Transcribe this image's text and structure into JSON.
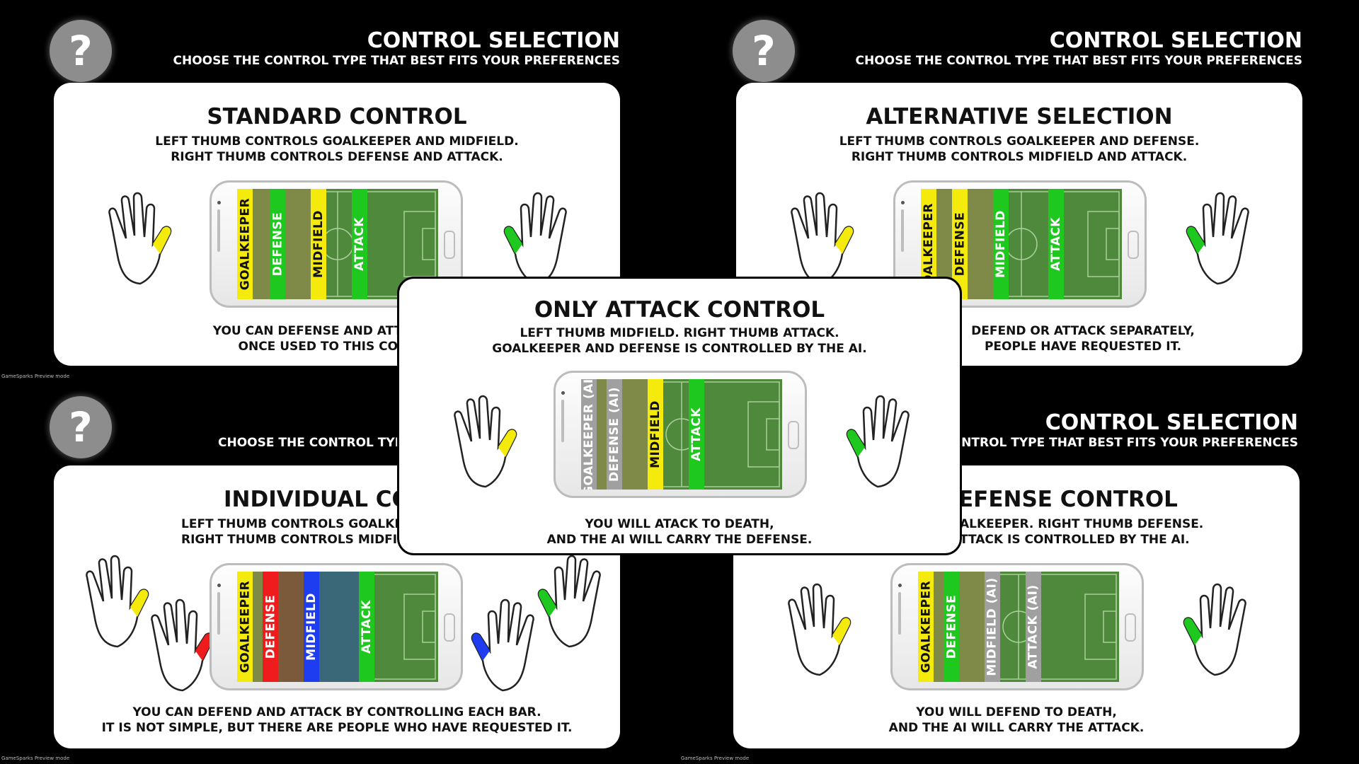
{
  "header": {
    "help_symbol": "?",
    "title": "CONTROL SELECTION",
    "subtitle": "CHOOSE THE CONTROL TYPE THAT BEST FITS YOUR PREFERENCES"
  },
  "header_partial": {
    "subtitle_left": "CHOOSE THE CONTROL TYPE T",
    "subtitle_right": "HE CONTROL TYPE THAT BEST FITS YOUR PREFERENCES"
  },
  "cards": {
    "standard": {
      "title": "STANDARD CONTROL",
      "desc1": "LEFT THUMB CONTROLS GOALKEEPER AND MIDFIELD.",
      "desc2": "RIGHT THUMB CONTROLS DEFENSE AND ATTACK.",
      "foot1": "YOU CAN DEFENSE AND ATTACK IN A",
      "foot2": "ONCE USED TO THIS CONTRO"
    },
    "alternative": {
      "title": "ALTERNATIVE SELECTION",
      "desc1": "LEFT THUMB CONTROLS GOALKEEPER AND DEFENSE.",
      "desc2": "RIGHT THUMB CONTROLS MIDFIELD AND ATTACK.",
      "foot1": "DEFEND OR ATTACK SEPARATELY,",
      "foot2": "PEOPLE HAVE REQUESTED IT."
    },
    "individual": {
      "title": "INDIVIDUAL CONT",
      "desc1": "LEFT THUMB CONTROLS GOALKEEP",
      "desc2": "RIGHT THUMB CONTROLS MIDFIEL",
      "foot1": "YOU CAN DEFEND AND ATTACK BY CONTROLLING EACH BAR.",
      "foot2": "IT IS NOT SIMPLE, BUT THERE ARE PEOPLE WHO HAVE REQUESTED IT."
    },
    "defense": {
      "title": "EFENSE CONTROL",
      "desc1": "ALKEEPER. RIGHT THUMB DEFENSE.",
      "desc2": "TTACK IS CONTROLLED BY THE AI.",
      "foot1": "YOU WILL DEFEND TO DEATH,",
      "foot2": "AND THE AI WILL CARRY THE ATTACK."
    },
    "attack": {
      "title": "ONLY ATTACK CONTROL",
      "desc1": "LEFT THUMB MIDFIELD. RIGHT THUMB ATTACK.",
      "desc2": "GOALKEEPER AND DEFENSE IS CONTROLLED BY THE AI.",
      "foot1": "YOU WILL ATACK TO DEATH,",
      "foot2": "AND THE AI WILL CARRY THE DEFENSE."
    }
  },
  "strip_labels": {
    "goalkeeper": "GOALKEEPER",
    "defense": "DEFENSE",
    "midfield": "MIDFIELD",
    "attack": "ATTACK",
    "goalkeeper_ai": "GOALKEEPER (AI)",
    "defense_ai": "DEFENSE (AI)",
    "midfield_ai": "MIDFIELD (AI)",
    "attack_ai": "ATTACK (AI)",
    "goalkeeper_cut": "OALKEEPER"
  },
  "watermark": "GameSparks Preview mode",
  "colors": {
    "yellow": "#f4ea0c",
    "green": "#1ec81e",
    "red": "#ee1c1c",
    "blue": "#1e3cf0",
    "brown": "#7a5a3a",
    "slate": "#3b6878",
    "olive": "#7f8a48",
    "gray": "#a0a0a0",
    "pitch": "#4f8a3c"
  }
}
